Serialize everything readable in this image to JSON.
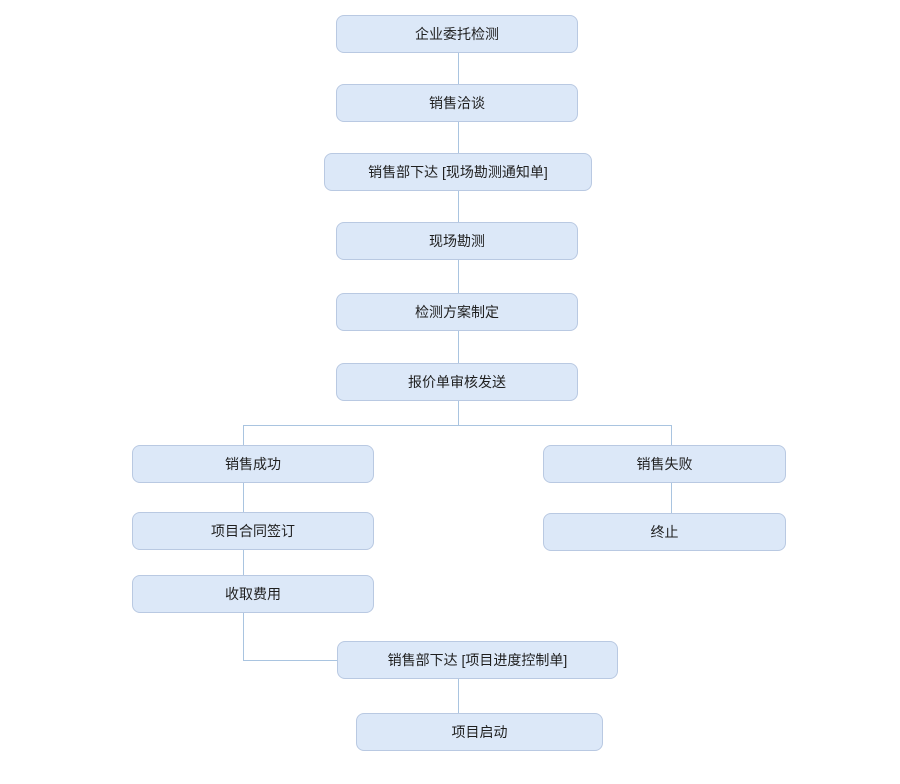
{
  "diagram": {
    "type": "flowchart",
    "nodes": [
      {
        "id": "n1",
        "label": "企业委托检测"
      },
      {
        "id": "n2",
        "label": "销售洽谈"
      },
      {
        "id": "n3",
        "label": "销售部下达 [现场勘测通知单]"
      },
      {
        "id": "n4",
        "label": "现场勘测"
      },
      {
        "id": "n5",
        "label": "检测方案制定"
      },
      {
        "id": "n6",
        "label": "报价单审核发送"
      },
      {
        "id": "n7",
        "label": "销售成功"
      },
      {
        "id": "n8",
        "label": "销售失败"
      },
      {
        "id": "n9",
        "label": "项目合同签订"
      },
      {
        "id": "n10",
        "label": "终止"
      },
      {
        "id": "n11",
        "label": "收取费用"
      },
      {
        "id": "n12",
        "label": "销售部下达 [项目进度控制单]"
      },
      {
        "id": "n13",
        "label": "项目启动"
      }
    ],
    "edges": [
      {
        "from": "n1",
        "to": "n2"
      },
      {
        "from": "n2",
        "to": "n3"
      },
      {
        "from": "n3",
        "to": "n4"
      },
      {
        "from": "n4",
        "to": "n5"
      },
      {
        "from": "n5",
        "to": "n6"
      },
      {
        "from": "n6",
        "to": "n7"
      },
      {
        "from": "n6",
        "to": "n8"
      },
      {
        "from": "n7",
        "to": "n9"
      },
      {
        "from": "n8",
        "to": "n10"
      },
      {
        "from": "n9",
        "to": "n11"
      },
      {
        "from": "n11",
        "to": "n12"
      },
      {
        "from": "n12",
        "to": "n13"
      }
    ],
    "colors": {
      "node_fill": "#dce8f8",
      "node_border": "#b9c9e2",
      "connector": "#a9c4e0",
      "text": "#1f1f1f",
      "background": "#ffffff"
    }
  }
}
